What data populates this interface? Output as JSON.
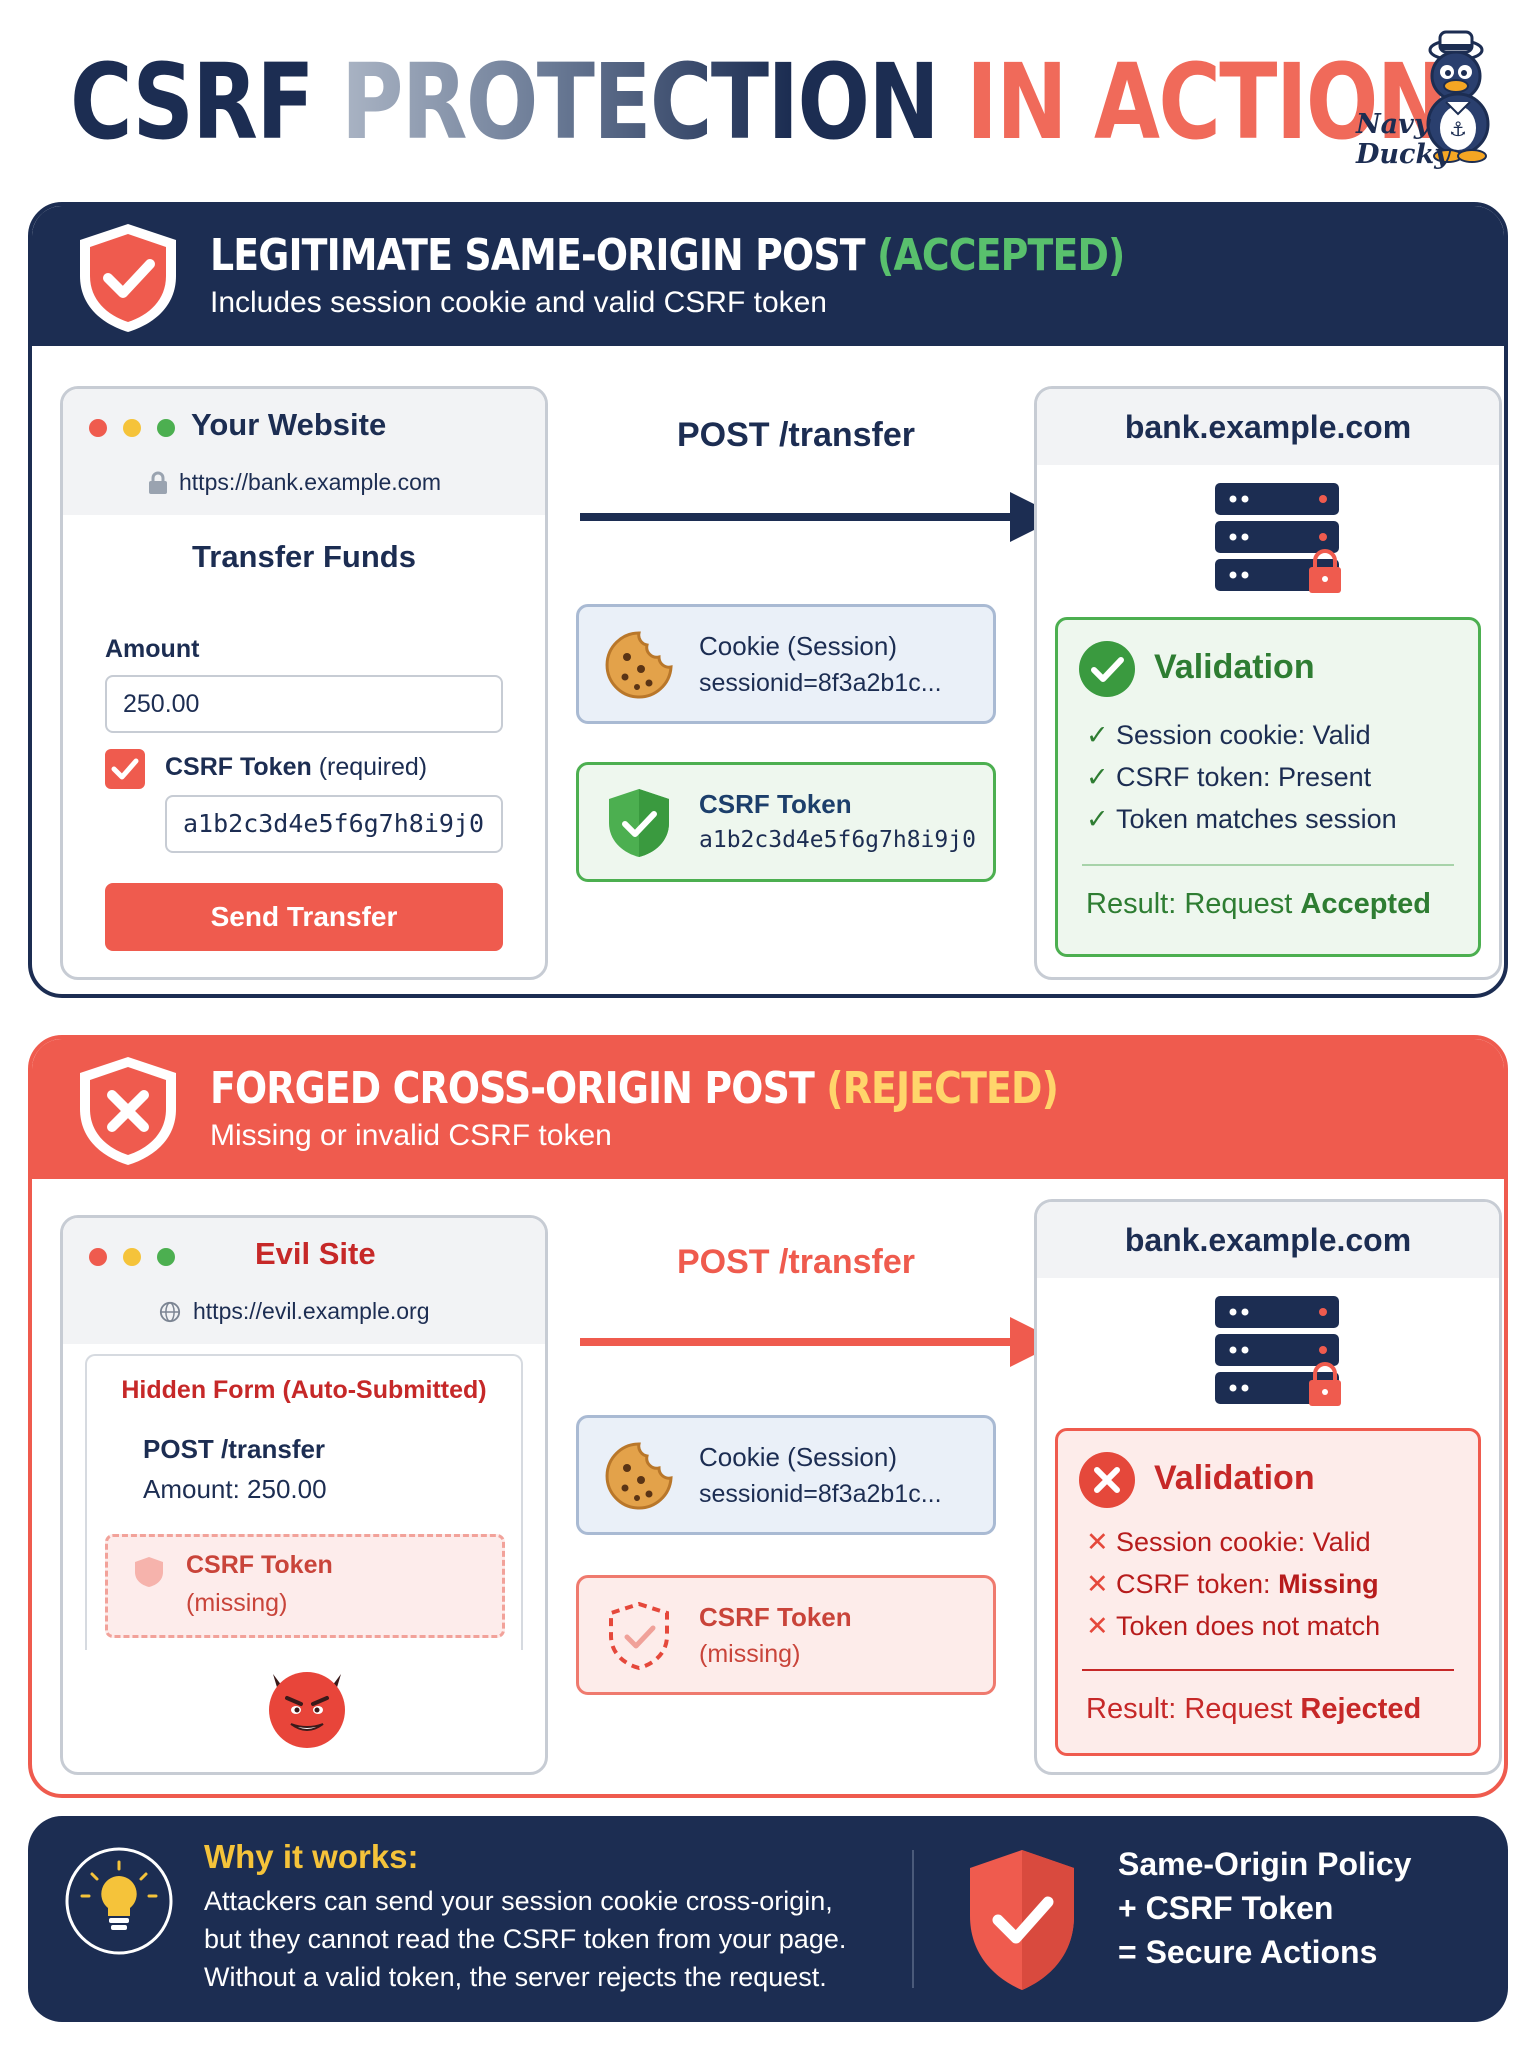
{
  "title": {
    "w1": "CSRF",
    "w2": "PROTECTION",
    "w3": "IN ACTION"
  },
  "brand": {
    "line1": "Navy",
    "line2": "Ducky"
  },
  "colors": {
    "navy": "#1c2d52",
    "red": "#ef5b4e",
    "green": "#4caf50",
    "yellow": "#f5c33a"
  },
  "accepted": {
    "heading": "LEGITIMATE SAME-ORIGIN POST",
    "status": "(ACCEPTED)",
    "subheading": "Includes session cookie and valid CSRF token",
    "icon": "shield-check-icon",
    "browser": {
      "title": "Your Website",
      "url": "https://bank.example.com",
      "form_title": "Transfer Funds",
      "amount_label": "Amount",
      "amount_value": "250.00",
      "token_label": "CSRF Token",
      "token_note": "(required)",
      "token_value": "a1b2c3d4e5f6g7h8i9j0",
      "button": "Send Transfer"
    },
    "request": {
      "label": "POST /transfer",
      "cookie_title": "Cookie (Session)",
      "cookie_value": "sessionid=8f3a2b1c...",
      "token_title": "CSRF Token",
      "token_value": "a1b2c3d4e5f6g7h8i9j0"
    },
    "server": {
      "host": "bank.example.com",
      "validation_title": "Validation",
      "checks": [
        {
          "mark": "✓",
          "text": "Session cookie: Valid"
        },
        {
          "mark": "✓",
          "text": "CSRF token: Present"
        },
        {
          "mark": "✓",
          "text": "Token matches session"
        }
      ],
      "result_prefix": "Result: Request",
      "result_word": "Accepted"
    }
  },
  "rejected": {
    "heading": "FORGED CROSS-ORIGIN POST",
    "status": "(REJECTED)",
    "subheading": "Missing or invalid CSRF token",
    "icon": "shield-x-icon",
    "browser": {
      "title": "Evil Site",
      "url": "https://evil.example.org",
      "hidden_form_title": "Hidden Form (Auto-Submitted)",
      "form_action": "POST /transfer",
      "form_amount": "Amount: 250.00",
      "token_title": "CSRF Token",
      "token_status": "(missing)"
    },
    "request": {
      "label": "POST /transfer",
      "cookie_title": "Cookie (Session)",
      "cookie_value": "sessionid=8f3a2b1c...",
      "token_title": "CSRF Token",
      "token_status": "(missing)"
    },
    "server": {
      "host": "bank.example.com",
      "validation_title": "Validation",
      "checks": [
        {
          "mark": "✕",
          "prefix": "Session cookie: ",
          "emph": "Valid"
        },
        {
          "mark": "✕",
          "prefix": "CSRF token: ",
          "emph": "Missing"
        },
        {
          "mark": "✕",
          "prefix": "Token does not match",
          "emph": ""
        }
      ],
      "result_prefix": "Result: Request",
      "result_word": "Rejected"
    }
  },
  "footer": {
    "why_title": "Why it works:",
    "why_lines": [
      "Attackers can send your session cookie cross-origin,",
      "but they cannot read the CSRF token from your page.",
      "Without a valid token, the server rejects the request."
    ],
    "summary_lines": [
      "Same-Origin Policy",
      "+ CSRF Token",
      "= Secure Actions"
    ]
  }
}
